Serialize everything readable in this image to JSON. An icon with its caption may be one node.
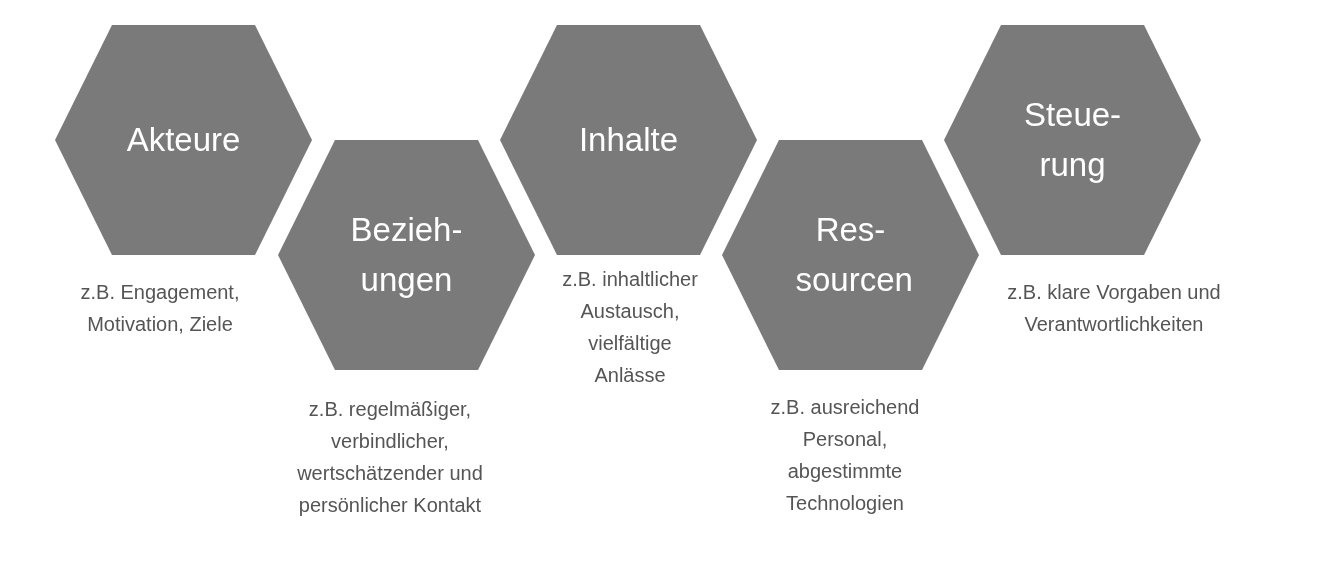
{
  "diagram": {
    "nodes": [
      {
        "text": [
          "Akteure"
        ],
        "beside": [
          "z.B. Engagement, Motivation, Ziele"
        ]
      },
      {
        "text": [
          "Bezieh- ungen"
        ],
        "beside": [
          "z.B. regelmäßiger, verbindlicher, wertschätzender und persönlicher Kontakt"
        ]
      },
      {
        "text": [
          "Inhalte"
        ],
        "beside": [
          "z.B. inhaltlicher Austausch, vielfältige Anlässe"
        ]
      },
      {
        "text": [
          "Res- sourcen"
        ],
        "beside": [
          "z.B. ausreichend Personal, abgestimmte Technologien"
        ]
      },
      {
        "text": [
          "Steue- rung"
        ],
        "beside": [
          "z.B. klare Vorgaben und Verantwortlichkeiten"
        ]
      }
    ]
  }
}
